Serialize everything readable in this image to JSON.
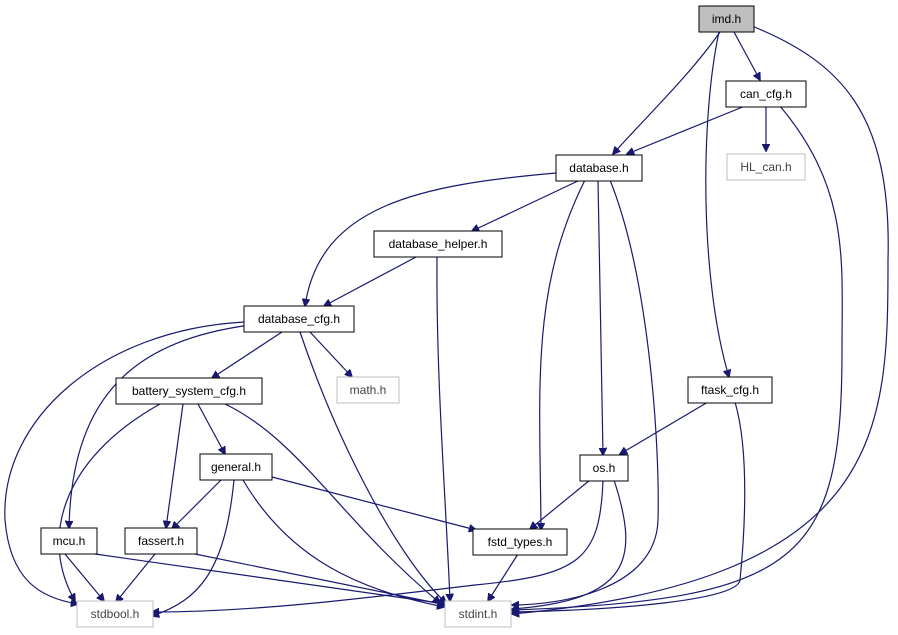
{
  "graph": {
    "nodes": [
      {
        "id": "imd",
        "label": "imd.h",
        "kind": "focus"
      },
      {
        "id": "can_cfg",
        "label": "can_cfg.h",
        "kind": "normal"
      },
      {
        "id": "database",
        "label": "database.h",
        "kind": "normal"
      },
      {
        "id": "hl_can",
        "label": "HL_can.h",
        "kind": "external"
      },
      {
        "id": "database_helper",
        "label": "database_helper.h",
        "kind": "normal"
      },
      {
        "id": "database_cfg",
        "label": "database_cfg.h",
        "kind": "normal"
      },
      {
        "id": "math",
        "label": "math.h",
        "kind": "external"
      },
      {
        "id": "ftask_cfg",
        "label": "ftask_cfg.h",
        "kind": "normal"
      },
      {
        "id": "battery_system_cfg",
        "label": "battery_system_cfg.h",
        "kind": "normal"
      },
      {
        "id": "general",
        "label": "general.h",
        "kind": "normal"
      },
      {
        "id": "os",
        "label": "os.h",
        "kind": "normal"
      },
      {
        "id": "mcu",
        "label": "mcu.h",
        "kind": "normal"
      },
      {
        "id": "fassert",
        "label": "fassert.h",
        "kind": "normal"
      },
      {
        "id": "fstd_types",
        "label": "fstd_types.h",
        "kind": "normal"
      },
      {
        "id": "stdbool",
        "label": "stdbool.h",
        "kind": "external"
      },
      {
        "id": "stdint",
        "label": "stdint.h",
        "kind": "external"
      }
    ],
    "edges": [
      {
        "from": "imd",
        "to": "can_cfg"
      },
      {
        "from": "imd",
        "to": "database"
      },
      {
        "from": "imd",
        "to": "ftask_cfg"
      },
      {
        "from": "imd",
        "to": "stdint"
      },
      {
        "from": "can_cfg",
        "to": "database"
      },
      {
        "from": "can_cfg",
        "to": "hl_can"
      },
      {
        "from": "can_cfg",
        "to": "stdint"
      },
      {
        "from": "database",
        "to": "database_helper"
      },
      {
        "from": "database",
        "to": "database_cfg"
      },
      {
        "from": "database",
        "to": "fstd_types"
      },
      {
        "from": "database",
        "to": "os"
      },
      {
        "from": "database",
        "to": "stdint"
      },
      {
        "from": "database_helper",
        "to": "database_cfg"
      },
      {
        "from": "database_helper",
        "to": "stdint"
      },
      {
        "from": "database_cfg",
        "to": "battery_system_cfg"
      },
      {
        "from": "database_cfg",
        "to": "math"
      },
      {
        "from": "database_cfg",
        "to": "mcu"
      },
      {
        "from": "database_cfg",
        "to": "stdbool"
      },
      {
        "from": "database_cfg",
        "to": "stdint"
      },
      {
        "from": "ftask_cfg",
        "to": "os"
      },
      {
        "from": "ftask_cfg",
        "to": "stdint"
      },
      {
        "from": "battery_system_cfg",
        "to": "general"
      },
      {
        "from": "battery_system_cfg",
        "to": "fassert"
      },
      {
        "from": "battery_system_cfg",
        "to": "stdbool"
      },
      {
        "from": "battery_system_cfg",
        "to": "stdint"
      },
      {
        "from": "general",
        "to": "fassert"
      },
      {
        "from": "general",
        "to": "fstd_types"
      },
      {
        "from": "general",
        "to": "stdbool"
      },
      {
        "from": "general",
        "to": "stdint"
      },
      {
        "from": "os",
        "to": "fstd_types"
      },
      {
        "from": "os",
        "to": "stdbool"
      },
      {
        "from": "os",
        "to": "stdint"
      },
      {
        "from": "mcu",
        "to": "stdbool"
      },
      {
        "from": "mcu",
        "to": "stdint"
      },
      {
        "from": "fassert",
        "to": "stdbool"
      },
      {
        "from": "fassert",
        "to": "stdint"
      },
      {
        "from": "fstd_types",
        "to": "stdint"
      }
    ]
  },
  "colors": {
    "edge": "#191970",
    "focus_fill": "#bfbfbf",
    "external_border": "#bfbfbf"
  }
}
